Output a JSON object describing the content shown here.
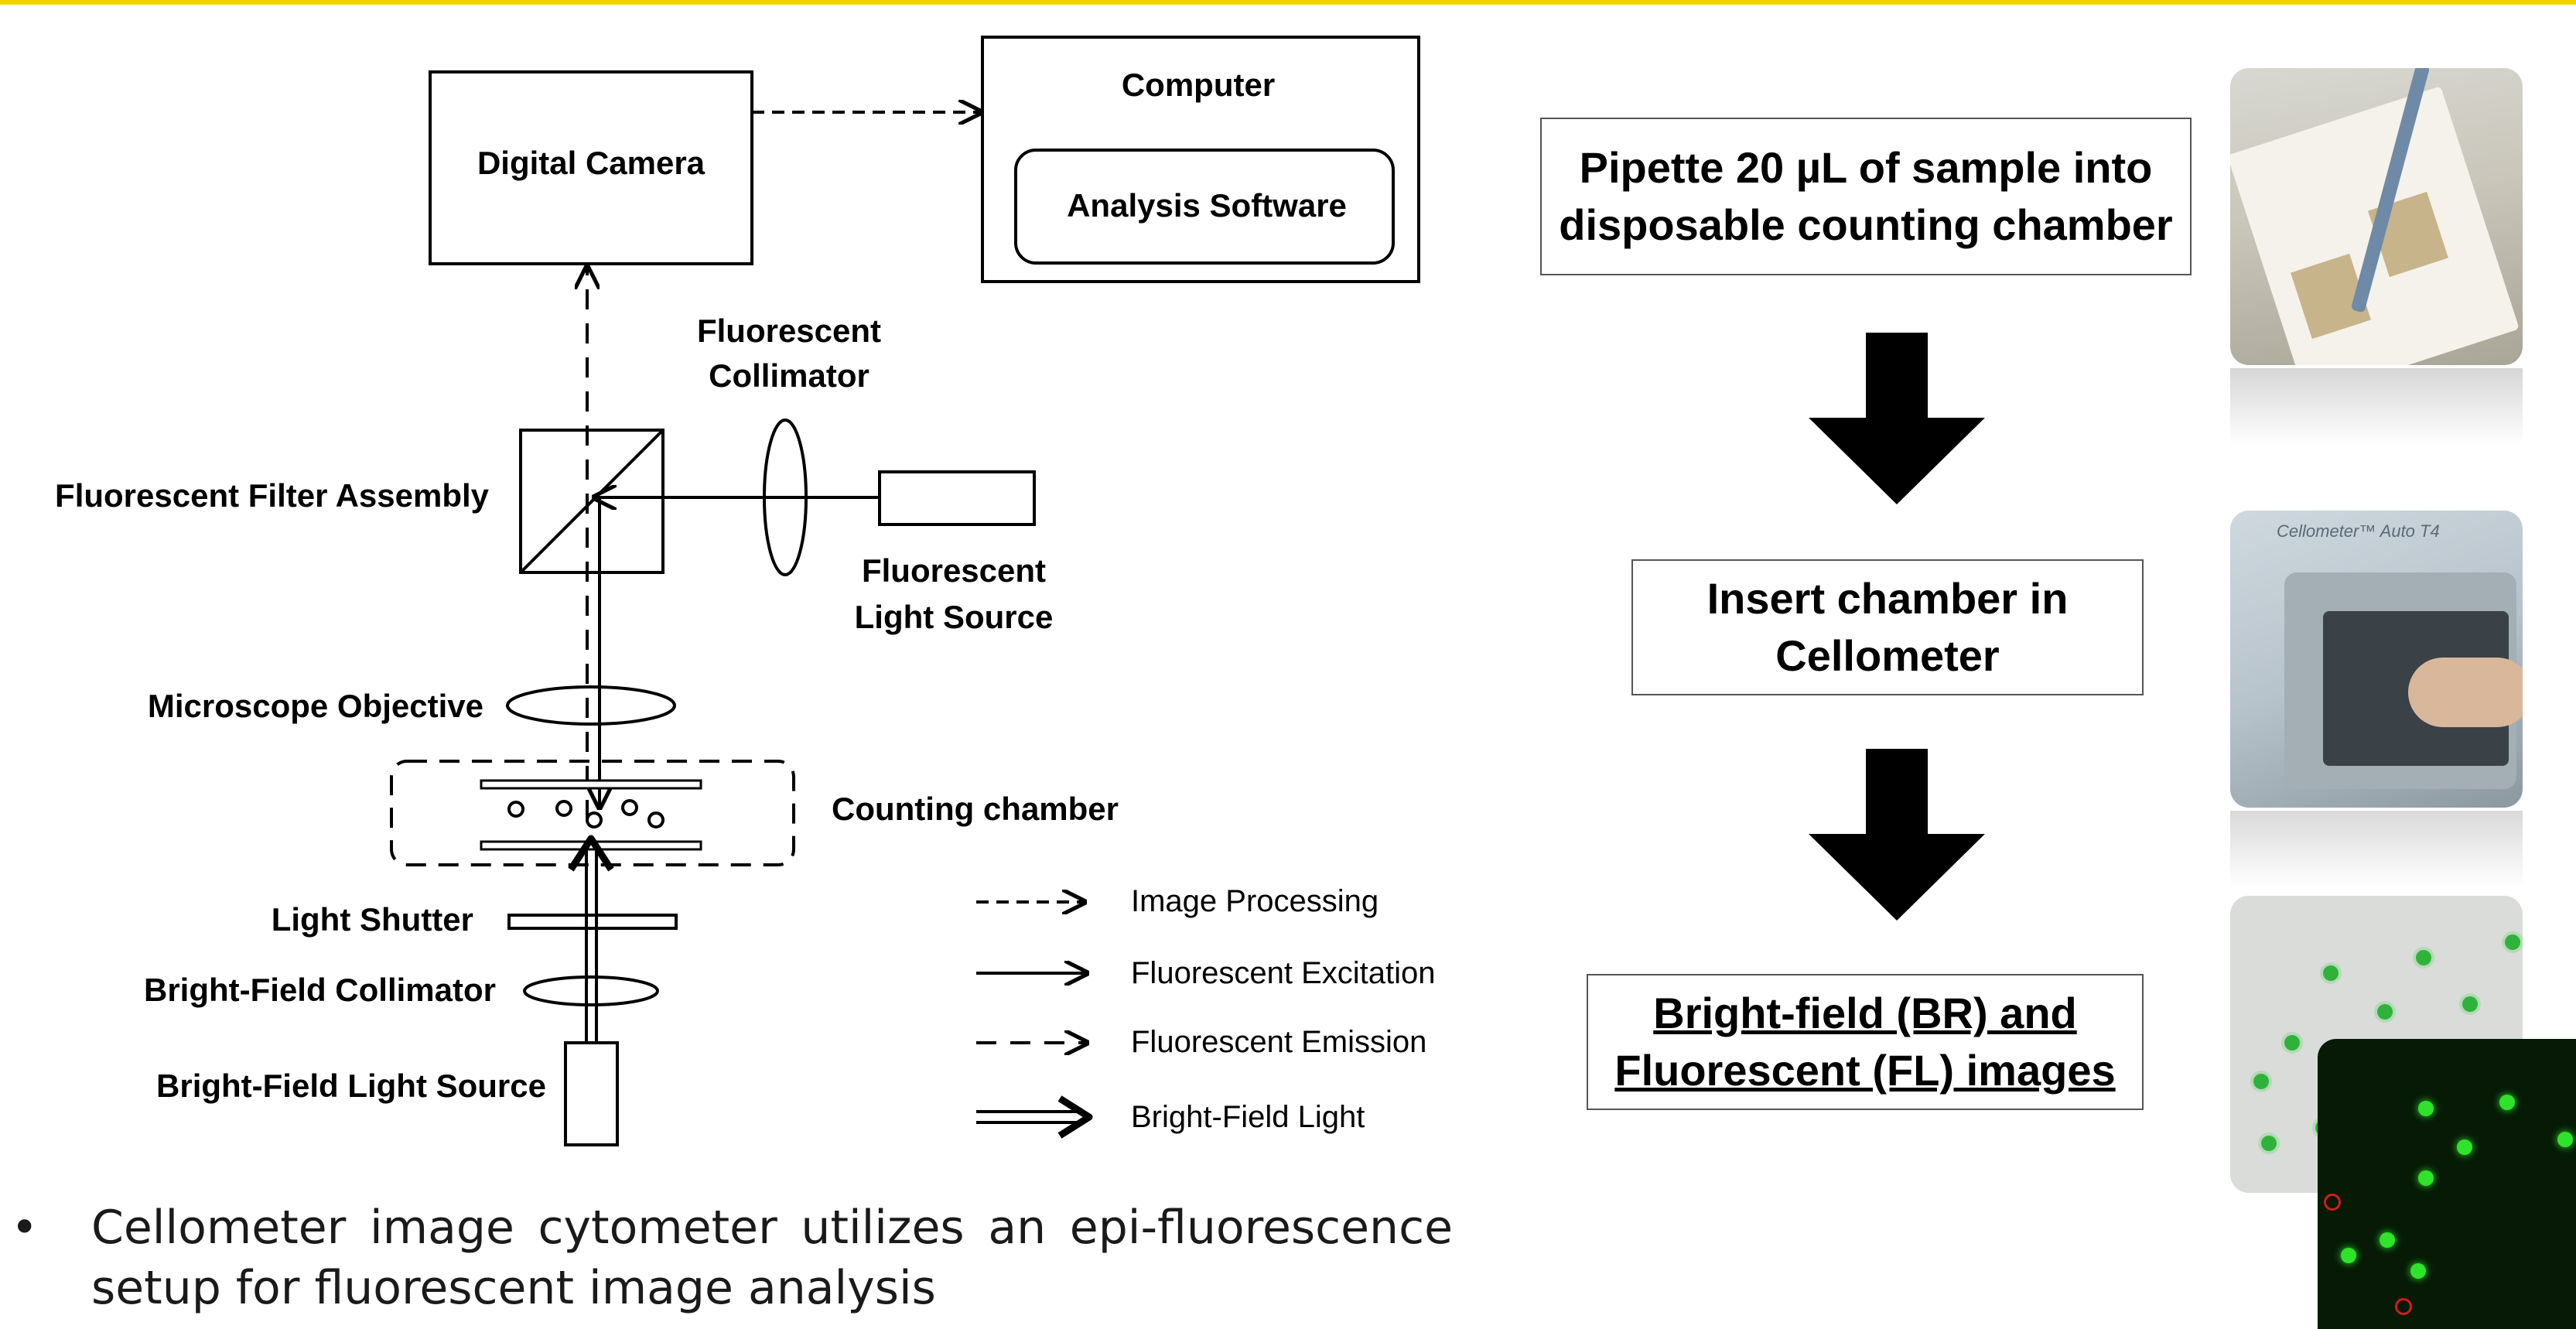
{
  "diagram": {
    "digital_camera": "Digital Camera",
    "computer": "Computer",
    "analysis_software": "Analysis Software",
    "fl_collimator_line1": "Fluorescent",
    "fl_collimator_line2": "Collimator",
    "fl_filter_assembly": "Fluorescent Filter Assembly",
    "fl_light_source_line1": "Fluorescent",
    "fl_light_source_line2": "Light Source",
    "microscope_objective": "Microscope Objective",
    "counting_chamber": "Counting chamber",
    "light_shutter": "Light Shutter",
    "bf_collimator": "Bright-Field Collimator",
    "bf_light_source": "Bright-Field Light Source"
  },
  "legend": [
    {
      "label": "Image Processing",
      "style": "dashed"
    },
    {
      "label": "Fluorescent Excitation",
      "style": "solid"
    },
    {
      "label": "Fluorescent Emission",
      "style": "dashed-wide"
    },
    {
      "label": "Bright-Field Light",
      "style": "double"
    }
  ],
  "bullet": {
    "symbol": "•",
    "text": "Cellometer image cytometer utilizes an epi-fluorescence setup for fluorescent image analysis"
  },
  "workflow": {
    "step1_line1": "Pipette 20 µL of sample into",
    "step1_line2": "disposable counting chamber",
    "step2_line1": "Insert chamber in",
    "step2_line2": "Cellometer",
    "step3_line1": "Bright-field (BR) and",
    "step3_line2": "Fluorescent (FL) images"
  },
  "photos": {
    "photo2_label": "Cellometer™ Auto T4"
  },
  "colors": {
    "accent_bar": "#f2d400",
    "arrow": "#000000",
    "fl_cell": "#2fe32a",
    "dead_cell": "#d51a1a"
  }
}
